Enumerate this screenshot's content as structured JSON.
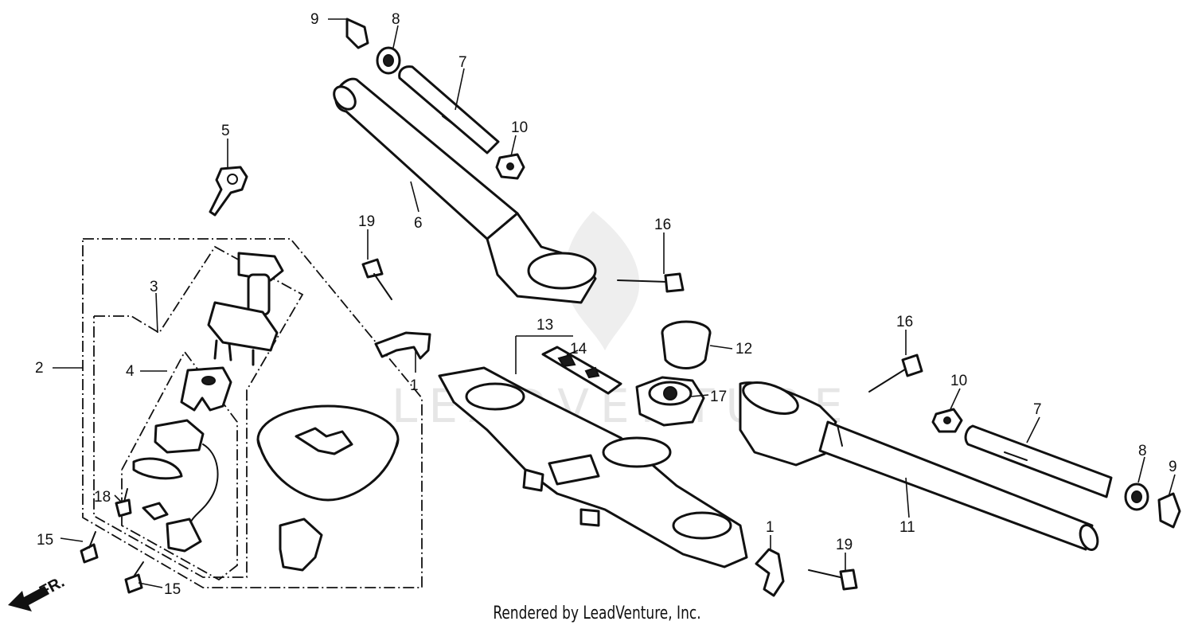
{
  "watermark": {
    "text": "LEADVENTURE"
  },
  "footer": {
    "text": "Rendered by LeadVenture, Inc."
  },
  "direction_label": "FR.",
  "callouts": {
    "c1": "1",
    "c1b": "1",
    "c2": "2",
    "c3": "3",
    "c4": "4",
    "c5": "5",
    "c6": "6",
    "c7": "7",
    "c7b": "7",
    "c8": "8",
    "c8b": "8",
    "c9": "9",
    "c9b": "9",
    "c10": "10",
    "c10b": "10",
    "c11": "11",
    "c12": "12",
    "c13": "13",
    "c14": "14",
    "c15": "15",
    "c15b": "15",
    "c16": "16",
    "c16b": "16",
    "c17": "17",
    "c18": "18",
    "c19": "19",
    "c19b": "19"
  }
}
